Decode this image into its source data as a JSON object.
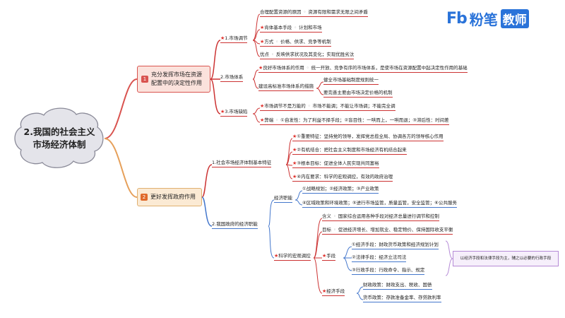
{
  "root": {
    "line1": "2.我国的社会主义",
    "line2": "市场经济体制"
  },
  "branch_a": {
    "label_line1": "充分发挥市场在资源",
    "label_line2": "配置中的决定性作用",
    "badge": "1",
    "sub1": {
      "label": "1.市场调节",
      "items": [
        {
          "head": "合理配置资源的原因",
          "text": "资源有限和需求无限之间矛盾"
        },
        {
          "head": "肯体基本手段",
          "text": "计划和市场"
        },
        {
          "head": "方式",
          "text": "价格、供求、竞争等机制"
        },
        {
          "head": "优点",
          "text": "反映供求状况及其变化；实现优胜劣汰"
        }
      ]
    },
    "sub2": {
      "label": "2.市场体系",
      "item1_head": "良好市场体系的作用",
      "item1_text": "统一开放、竞争有序的市场体系，是使市场在资源配置中起决定性作用的基础",
      "item2_head": "建设高标准市场体系的措施",
      "item2_a": "健全市场基础制度规则统一",
      "item2_b": "要完善主要由市场决定价格的机制"
    },
    "sub3": {
      "label": "3.市场缺陷",
      "item1_head": "市场调节不是万能的",
      "item1_text": "市场不能调；不能让市场调；不能完全调",
      "item2_head": "弊端",
      "item2_text": "①自发性：为了利益不择手段；②盲目性：一哄而上，一哄而退；③滞后性：时间差"
    }
  },
  "branch_b": {
    "label": "更好发挥政府作用",
    "badge": "2",
    "sub1": {
      "label": "1.社会市场经济体制基本特征",
      "items": [
        "①重要特征：坚持党的领导，发挥党总揽全局、协调各方的领导核心作用",
        "②有机结合：把社会主义制度和市场经济有机结合起来",
        "③根本目标：促进全体人民实现共同富裕",
        "④内在要求：科学的宏观调控，有效的政府治理"
      ]
    },
    "sub2": {
      "label": "2.我国政府的经济职能",
      "duty": {
        "label": "经济职能",
        "line1": "①战略规划；②经济政策；③产业政策",
        "line2": "④区域政策和环境政策；⑤进行市场监管，质量监管，安全监管；⑥公共服务"
      },
      "macro": {
        "label": "科学的宏观调控",
        "meaning_head": "含义",
        "meaning": "国家综合运用各种手段对经济总量进行调节和控制",
        "goal_head": "目标",
        "goal": "促进经济增长、增加就业、稳定物价、保持国际收支平衡",
        "means_label": "手段",
        "means": [
          "①经济手段：财政货币政策和经济规划计划",
          "②法律手段：经济立法司法",
          "③行政手段：行政命令、指示、规定"
        ],
        "note": "以经济手段和法律手段为主，辅之以必要的行政手段",
        "eco_label": "经济手段",
        "eco": [
          "财政政策：财政支出、税收、国债",
          "货币政策：存款准备金率、存贷款利率"
        ]
      }
    }
  },
  "logo": {
    "mark": "Fb",
    "name": "粉笔",
    "tag": "教师"
  }
}
